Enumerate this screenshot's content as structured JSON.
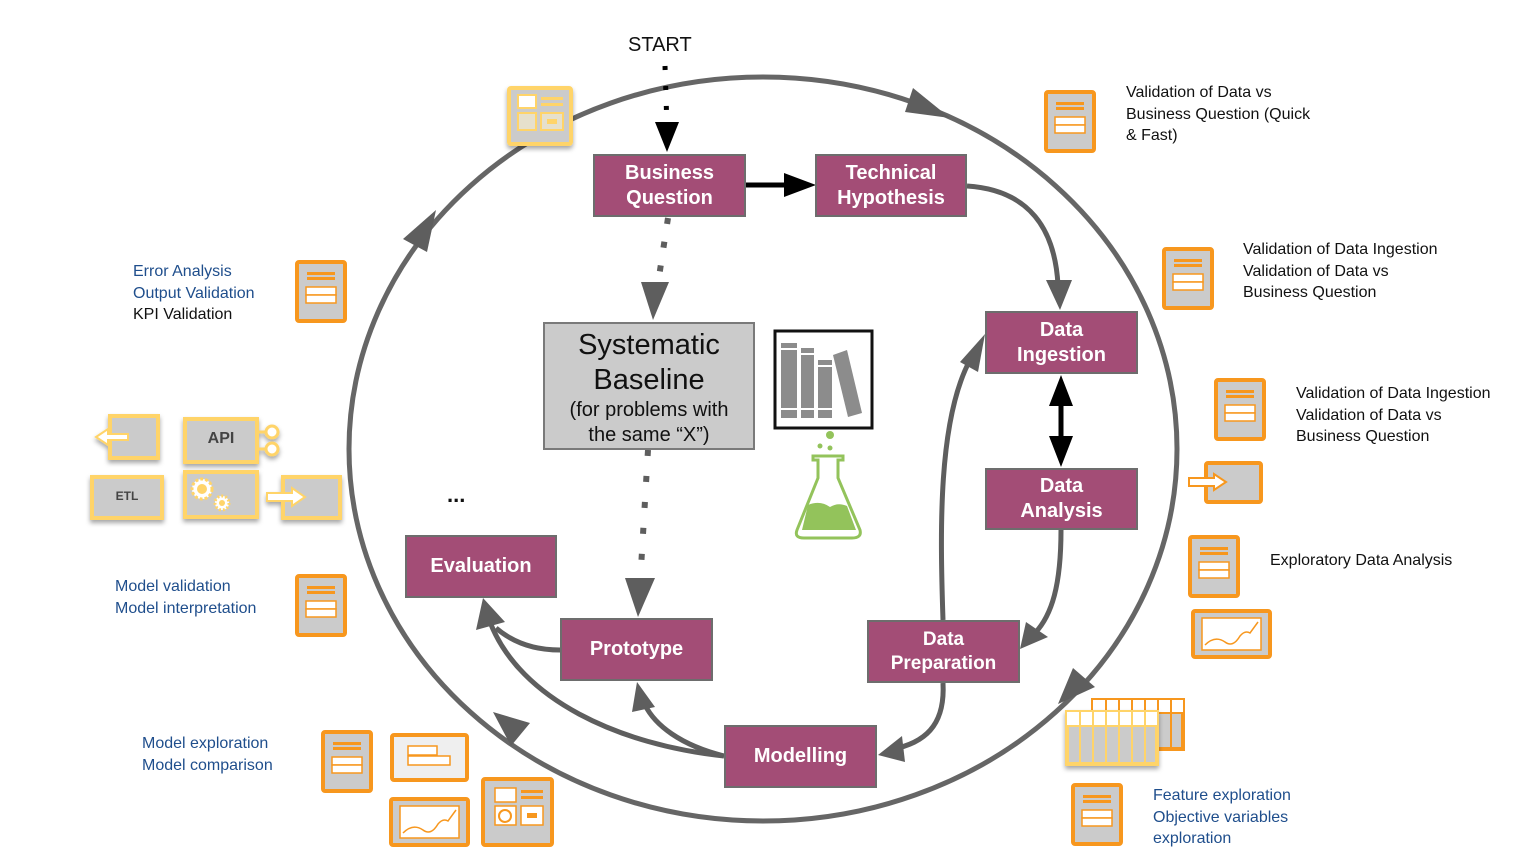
{
  "title": "Data Science Project Lifecycle",
  "colors": {
    "node_fill": "#a34d76",
    "node_border": "#6d6d6d",
    "baseline_fill": "#cbcbcb",
    "cycle_arrow": "#606060",
    "orange_icon": "#f7971e",
    "yellow_icon": "#ffd469",
    "annotation_blue": "#1f4e8c",
    "flask_green": "#93c35b"
  },
  "start_label": "START",
  "ellipsis": "...",
  "nodes": {
    "business_question": "Business\nQuestion",
    "technical_hypothesis": "Technical\nHypothesis",
    "data_ingestion": "Data\nIngestion",
    "data_analysis": "Data\nAnalysis",
    "data_preparation": "Data\nPreparation",
    "modelling": "Modelling",
    "prototype": "Prototype",
    "evaluation": "Evaluation"
  },
  "baseline": {
    "title": "Systematic\nBaseline",
    "subtitle": "(for problems with\nthe same “X”)"
  },
  "annotations": {
    "validation_quick": "Validation of Data vs\nBusiness Question  (Quick\n& Fast)",
    "validation_ingestion_1": "Validation of Data Ingestion\nValidation of Data vs\nBusiness Question",
    "validation_ingestion_2": "Validation of Data Ingestion\nValidation of Data vs\nBusiness Question",
    "eda": "Exploratory Data Analysis",
    "feature": "Feature exploration\nObjective variables\nexploration",
    "error_analysis": "Error Analysis",
    "output_validation": "Output Validation",
    "kpi_validation": "KPI Validation",
    "model_validation": "Model validation\nModel interpretation",
    "model_exploration": "Model exploration\nModel comparison"
  },
  "deploy_icons": {
    "api": "API",
    "etl": "ETL"
  },
  "edges": [
    {
      "from": "start",
      "to": "business_question",
      "style": "dotted"
    },
    {
      "from": "business_question",
      "to": "technical_hypothesis",
      "style": "solid"
    },
    {
      "from": "technical_hypothesis",
      "to": "data_ingestion",
      "style": "solid"
    },
    {
      "from": "data_ingestion",
      "to": "data_analysis",
      "style": "bidirectional"
    },
    {
      "from": "data_analysis",
      "to": "data_preparation",
      "style": "solid"
    },
    {
      "from": "data_preparation",
      "to": "data_ingestion",
      "style": "solid"
    },
    {
      "from": "data_preparation",
      "to": "modelling",
      "style": "solid"
    },
    {
      "from": "modelling",
      "to": "prototype",
      "style": "solid"
    },
    {
      "from": "modelling",
      "to": "evaluation",
      "style": "solid"
    },
    {
      "from": "prototype",
      "to": "evaluation",
      "style": "solid"
    },
    {
      "from": "business_question",
      "to": "systematic_baseline",
      "style": "dotted"
    },
    {
      "from": "systematic_baseline",
      "to": "prototype",
      "style": "dotted"
    }
  ]
}
